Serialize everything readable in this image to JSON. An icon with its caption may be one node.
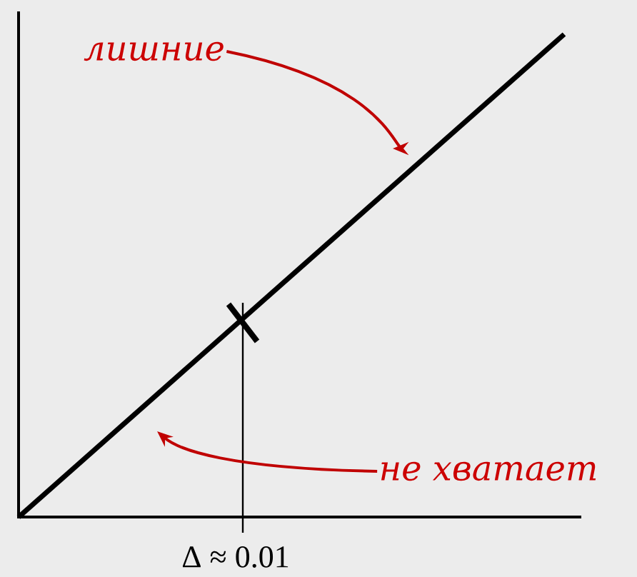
{
  "diagram": {
    "nodes": [
      {
        "text": [
          "лишние"
        ]
      },
      {
        "text": [
          "не хватает"
        ]
      }
    ],
    "edges": [
      {
        "from": 0,
        "to": null,
        "arrow": "to",
        "color": "#c00000"
      },
      {
        "from": 1,
        "to": null,
        "arrow": "to",
        "color": "#c00000"
      }
    ],
    "labels": [
      "Δ ≈ 0.01"
    ]
  }
}
